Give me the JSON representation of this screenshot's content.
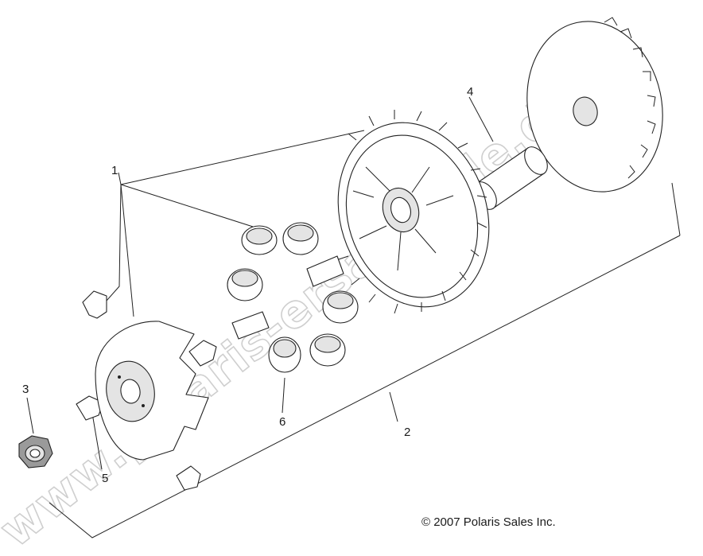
{
  "callouts": [
    "1",
    "2",
    "3",
    "4",
    "5",
    "6"
  ],
  "copyright": "© 2007 Polaris Sales Inc.",
  "watermark": "www.polaris-ersatzteile.de",
  "colors": {
    "line": "#222222",
    "watermark": "#cfcfcf",
    "shade": "#e4e4e4"
  }
}
